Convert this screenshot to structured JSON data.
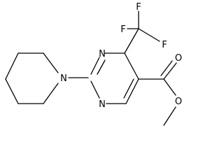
{
  "atoms": {
    "F_top": "F",
    "F_left": "F",
    "F_right": "F",
    "N_ring_top": "N",
    "N_ring_bottom": "N",
    "N_piperidine": "N",
    "O_carbonyl": "O",
    "O_ester": "O"
  }
}
